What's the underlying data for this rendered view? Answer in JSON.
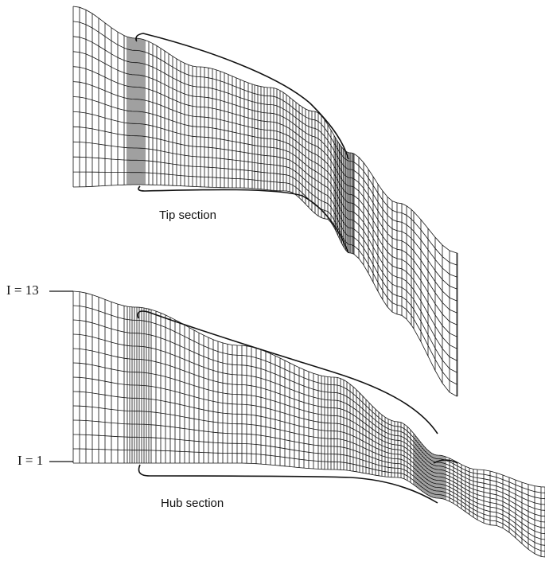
{
  "figure": {
    "sections": [
      {
        "id": "tip",
        "caption": "Tip section"
      },
      {
        "id": "hub",
        "caption": "Hub section"
      }
    ],
    "index_labels": {
      "top": "I = 13",
      "bottom": "I = 1"
    },
    "grid": {
      "spanwise_lines": 13
    },
    "colors": {
      "line": "#111111",
      "background": "#ffffff"
    }
  }
}
